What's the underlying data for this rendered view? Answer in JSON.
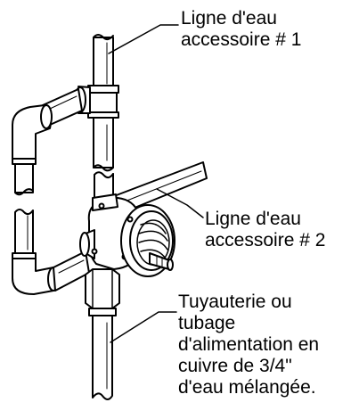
{
  "callouts": {
    "accessory_line_1": [
      "Ligne d'eau",
      "accessoire # 1"
    ],
    "accessory_line_2": [
      "Ligne d'eau",
      "accessoire # 2"
    ],
    "supply_pipe": [
      "Tuyauterie ou",
      "tubage",
      "d'alimentation en",
      "cuivre de 3/4\"",
      "d'eau mélangée."
    ]
  },
  "colors": {
    "ink": "#000000",
    "paper": "#ffffff"
  }
}
